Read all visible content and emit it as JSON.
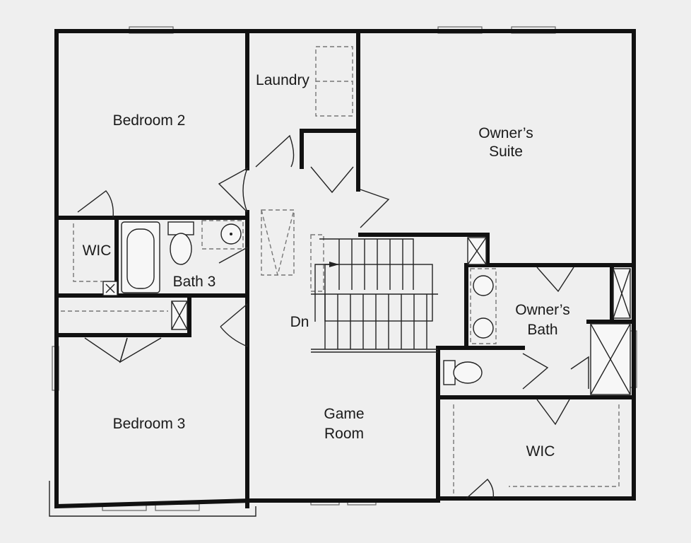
{
  "rooms": {
    "bedroom2": "Bedroom 2",
    "laundry": "Laundry",
    "owners_suite": [
      "Owner’s",
      "Suite"
    ],
    "wic_left": "WIC",
    "bath3": "Bath 3",
    "owners_bath": [
      "Owner’s",
      "Bath"
    ],
    "stairs_down": "Dn",
    "bedroom3": "Bedroom 3",
    "game_room": [
      "Game",
      "Room"
    ],
    "wic_right": "WIC"
  }
}
